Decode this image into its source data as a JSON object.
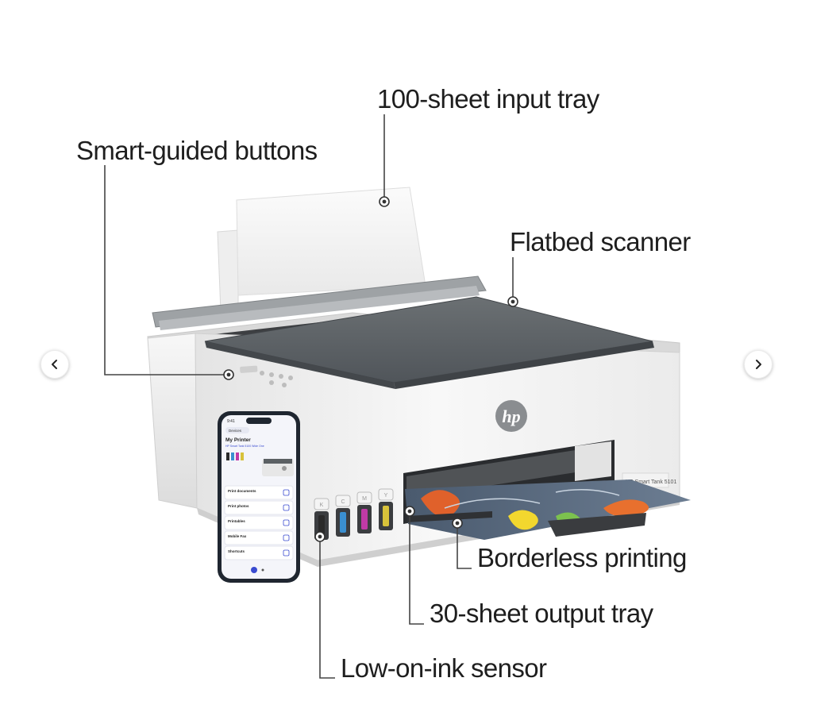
{
  "callouts": {
    "input_tray": "100-sheet input tray",
    "buttons": "Smart-guided buttons",
    "scanner": "Flatbed scanner",
    "borderless": "Borderless printing",
    "output_tray": "30-sheet output tray",
    "ink_sensor": "Low-on-ink sensor"
  },
  "carousel": {
    "prev_icon": "chevron-left-icon",
    "next_icon": "chevron-right-icon"
  },
  "printer": {
    "brand": "hp",
    "model": "HP Smart Tank 5101",
    "ink_labels": [
      "K",
      "C",
      "M",
      "Y"
    ],
    "ink_colors": [
      "#2a2a2a",
      "#3a8fd0",
      "#c03aa6",
      "#d8c23a"
    ]
  },
  "phone": {
    "time": "9:41",
    "back_label": "Devices",
    "title": "My Printer",
    "subtitle": "HP Smart Tank 5100 Wide One",
    "menu": [
      "Print documents",
      "Print photos",
      "Printables",
      "Mobile Fax",
      "Shortcuts"
    ]
  },
  "colors": {
    "text": "#1e1e1e",
    "printer_body": "#efefef",
    "scanner_lid": "#5b6063",
    "leader_line": "#444444"
  }
}
